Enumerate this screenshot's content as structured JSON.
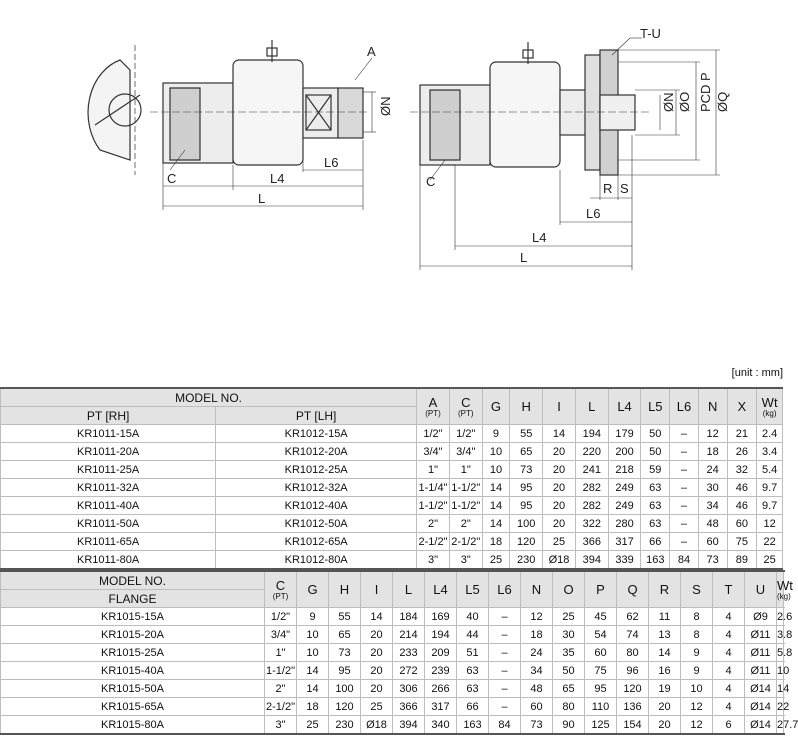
{
  "unit_label": "[unit : mm]",
  "drawing_labels": {
    "A": "A",
    "C_left": "C",
    "C_right": "C",
    "TU": "T-U",
    "N_left": "ØN",
    "L6_left": "L6",
    "L4_left": "L4",
    "L_left": "L",
    "N_right": "ØN",
    "O_right": "ØO",
    "PCD": "PCD P",
    "Q": "ØQ",
    "R": "R",
    "S": "S",
    "L6_right": "L6",
    "L4_right": "L4",
    "L_right": "L"
  },
  "table1": {
    "model_no": "MODEL NO.",
    "pt_rh": "PT [RH]",
    "pt_lh": "PT [LH]",
    "headers": [
      {
        "main": "A",
        "sub": "(PT)"
      },
      {
        "main": "C",
        "sub": "(PT)"
      },
      {
        "main": "G",
        "sub": ""
      },
      {
        "main": "H",
        "sub": ""
      },
      {
        "main": "I",
        "sub": ""
      },
      {
        "main": "L",
        "sub": ""
      },
      {
        "main": "L4",
        "sub": ""
      },
      {
        "main": "L5",
        "sub": ""
      },
      {
        "main": "L6",
        "sub": ""
      },
      {
        "main": "N",
        "sub": ""
      },
      {
        "main": "X",
        "sub": ""
      },
      {
        "main": "Wt",
        "sub": "(kg)"
      }
    ],
    "rows": [
      [
        "KR1011-15A",
        "KR1012-15A",
        "1/2\"",
        "1/2\"",
        "9",
        "55",
        "14",
        "194",
        "179",
        "50",
        "–",
        "12",
        "21",
        "2.4"
      ],
      [
        "KR1011-20A",
        "KR1012-20A",
        "3/4\"",
        "3/4\"",
        "10",
        "65",
        "20",
        "220",
        "200",
        "50",
        "–",
        "18",
        "26",
        "3.4"
      ],
      [
        "KR1011-25A",
        "KR1012-25A",
        "1\"",
        "1\"",
        "10",
        "73",
        "20",
        "241",
        "218",
        "59",
        "–",
        "24",
        "32",
        "5.4"
      ],
      [
        "KR1011-32A",
        "KR1012-32A",
        "1-1/4\"",
        "1-1/2\"",
        "14",
        "95",
        "20",
        "282",
        "249",
        "63",
        "–",
        "30",
        "46",
        "9.7"
      ],
      [
        "KR1011-40A",
        "KR1012-40A",
        "1-1/2\"",
        "1-1/2\"",
        "14",
        "95",
        "20",
        "282",
        "249",
        "63",
        "–",
        "34",
        "46",
        "9.7"
      ],
      [
        "KR1011-50A",
        "KR1012-50A",
        "2\"",
        "2\"",
        "14",
        "100",
        "20",
        "322",
        "280",
        "63",
        "–",
        "48",
        "60",
        "12"
      ],
      [
        "KR1011-65A",
        "KR1012-65A",
        "2-1/2\"",
        "2-1/2\"",
        "18",
        "120",
        "25",
        "366",
        "317",
        "66",
        "–",
        "60",
        "75",
        "22"
      ],
      [
        "KR1011-80A",
        "KR1012-80A",
        "3\"",
        "3\"",
        "25",
        "230",
        "Ø18",
        "394",
        "339",
        "163",
        "84",
        "73",
        "89",
        "25"
      ]
    ]
  },
  "table2": {
    "model_no": "MODEL NO.",
    "flange": "FLANGE",
    "headers": [
      {
        "main": "C",
        "sub": "(PT)"
      },
      {
        "main": "G",
        "sub": ""
      },
      {
        "main": "H",
        "sub": ""
      },
      {
        "main": "I",
        "sub": ""
      },
      {
        "main": "L",
        "sub": ""
      },
      {
        "main": "L4",
        "sub": ""
      },
      {
        "main": "L5",
        "sub": ""
      },
      {
        "main": "L6",
        "sub": ""
      },
      {
        "main": "N",
        "sub": ""
      },
      {
        "main": "O",
        "sub": ""
      },
      {
        "main": "P",
        "sub": ""
      },
      {
        "main": "Q",
        "sub": ""
      },
      {
        "main": "R",
        "sub": ""
      },
      {
        "main": "S",
        "sub": ""
      },
      {
        "main": "T",
        "sub": ""
      },
      {
        "main": "U",
        "sub": ""
      },
      {
        "main": "Wt",
        "sub": "(kg)"
      }
    ],
    "rows": [
      [
        "KR1015-15A",
        "1/2\"",
        "9",
        "55",
        "14",
        "184",
        "169",
        "40",
        "–",
        "12",
        "25",
        "45",
        "62",
        "11",
        "8",
        "4",
        "Ø9",
        "2.6"
      ],
      [
        "KR1015-20A",
        "3/4\"",
        "10",
        "65",
        "20",
        "214",
        "194",
        "44",
        "–",
        "18",
        "30",
        "54",
        "74",
        "13",
        "8",
        "4",
        "Ø11",
        "3.8"
      ],
      [
        "KR1015-25A",
        "1\"",
        "10",
        "73",
        "20",
        "233",
        "209",
        "51",
        "–",
        "24",
        "35",
        "60",
        "80",
        "14",
        "9",
        "4",
        "Ø11",
        "5.8"
      ],
      [
        "KR1015-40A",
        "1-1/2\"",
        "14",
        "95",
        "20",
        "272",
        "239",
        "63",
        "–",
        "34",
        "50",
        "75",
        "96",
        "16",
        "9",
        "4",
        "Ø11",
        "10"
      ],
      [
        "KR1015-50A",
        "2\"",
        "14",
        "100",
        "20",
        "306",
        "266",
        "63",
        "–",
        "48",
        "65",
        "95",
        "120",
        "19",
        "10",
        "4",
        "Ø14",
        "14"
      ],
      [
        "KR1015-65A",
        "2-1/2\"",
        "18",
        "120",
        "25",
        "366",
        "317",
        "66",
        "–",
        "60",
        "80",
        "110",
        "136",
        "20",
        "12",
        "4",
        "Ø14",
        "22"
      ],
      [
        "KR1015-80A",
        "3\"",
        "25",
        "230",
        "Ø18",
        "394",
        "340",
        "163",
        "84",
        "73",
        "90",
        "125",
        "154",
        "20",
        "12",
        "6",
        "Ø14",
        "27.7"
      ]
    ]
  }
}
